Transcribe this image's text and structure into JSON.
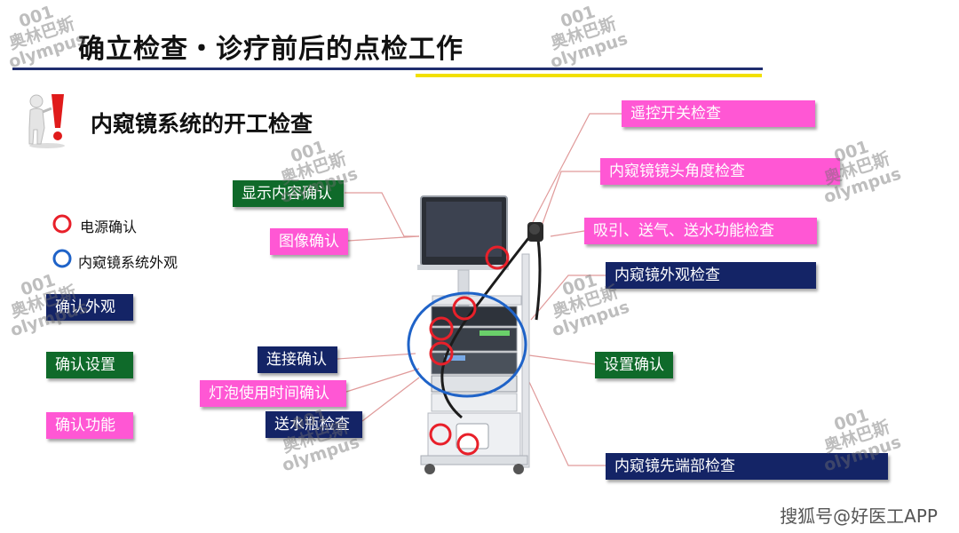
{
  "header": {
    "title": "确立检查・诊疗前后的点检工作",
    "subtitle": "内窥镜系统的开工检查"
  },
  "legend": {
    "red_label": "电源确认",
    "blue_label": "内窥镜系统外观"
  },
  "left_labels": {
    "appearance": "确认外观",
    "settings": "确认设置",
    "function": "确认功能"
  },
  "callouts": {
    "display_content": "显示内容确认",
    "image_check": "图像确认",
    "connection": "连接确认",
    "bulb_time": "灯泡使用时间确认",
    "water_bottle": "送水瓶检查",
    "remote_switch": "遥控开关检查",
    "angle_check": "内窥镜镜头角度检查",
    "suction": "吸引、送气、送水功能检查",
    "scope_appearance": "内窥镜外观检查",
    "setting_confirm": "设置确认",
    "tip_check": "内窥镜先端部检查"
  },
  "watermark": {
    "line1": "001",
    "line2": "奥林巴斯",
    "line3": "olympus"
  },
  "credit": "搜狐号@好医工APP",
  "colors": {
    "pink": "#ff57d4",
    "navy": "#142466",
    "green": "#0f6a2a",
    "red_circle": "#e8202a",
    "blue_circle": "#1f63c8",
    "rule_blue": "#1f2d6e",
    "rule_yellow": "#f2e000"
  }
}
